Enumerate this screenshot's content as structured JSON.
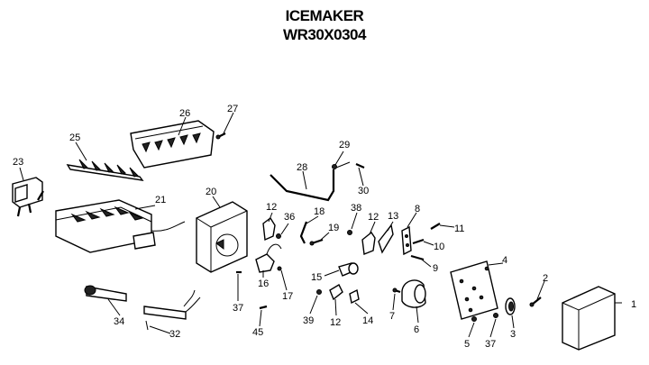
{
  "diagram": {
    "title": "ICEMAKER",
    "model": "WR30X0304",
    "callouts": [
      "1",
      "2",
      "3",
      "4",
      "5",
      "6",
      "7",
      "8",
      "9",
      "10",
      "11",
      "12",
      "13",
      "14",
      "15",
      "16",
      "17",
      "18",
      "19",
      "20",
      "21",
      "23",
      "25",
      "26",
      "27",
      "28",
      "29",
      "30",
      "32",
      "34",
      "36",
      "37",
      "38",
      "39",
      "45"
    ]
  }
}
